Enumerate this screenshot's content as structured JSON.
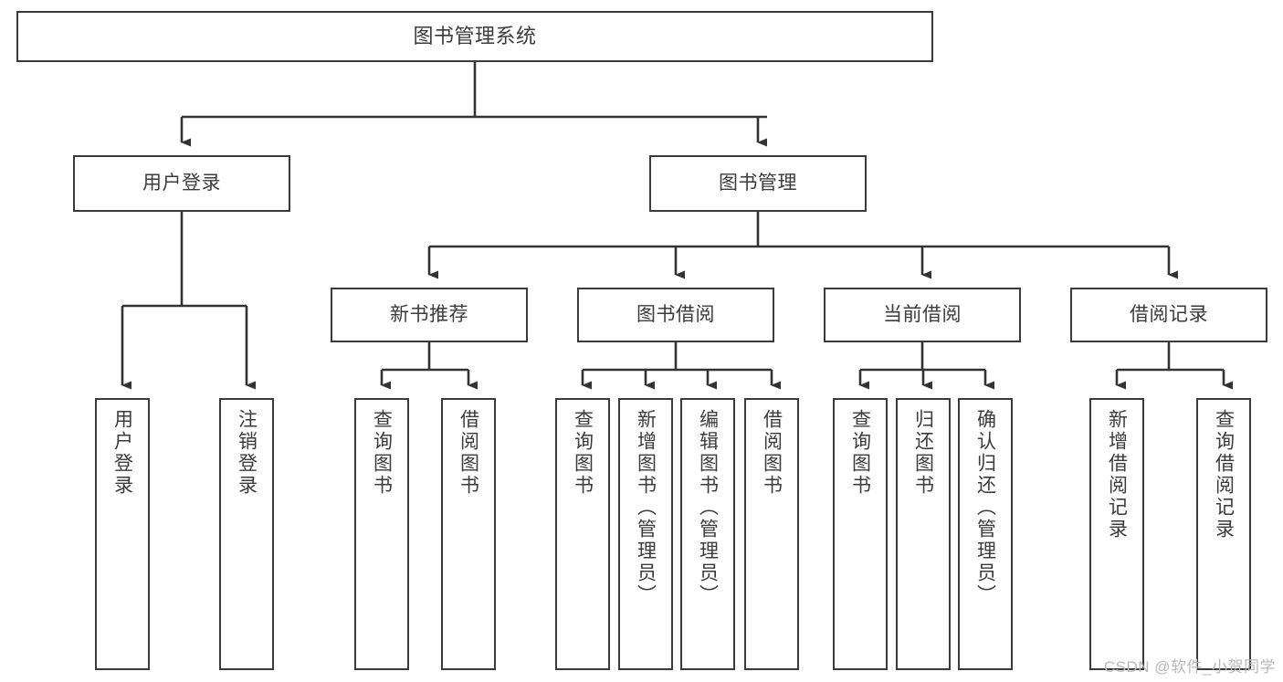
{
  "diagram": {
    "title": "图书管理系统",
    "type": "tree-hierarchy-chart",
    "colors": {
      "box_border": "#3a3a3a",
      "box_fill": "#ffffff",
      "text": "#3b3b3b",
      "connector": "#333333",
      "watermark": "#b9b9b9",
      "background": "#ffffff"
    },
    "root": {
      "label": "图书管理系统"
    },
    "level2": [
      {
        "label": "用户登录"
      },
      {
        "label": "图书管理"
      }
    ],
    "level3": [
      {
        "label": "新书推荐"
      },
      {
        "label": "图书借阅"
      },
      {
        "label": "当前借阅"
      },
      {
        "label": "借阅记录"
      }
    ],
    "leaves": {
      "user_login": [
        {
          "label": "用户登录"
        },
        {
          "label": "注销登录"
        }
      ],
      "new_book_recommend": [
        {
          "label": "查询图书"
        },
        {
          "label": "借阅图书"
        }
      ],
      "book_borrow": [
        {
          "label": "查询图书"
        },
        {
          "label": "新增图书（管理员）"
        },
        {
          "label": "编辑图书（管理员）"
        },
        {
          "label": "借阅图书"
        }
      ],
      "current_borrow": [
        {
          "label": "查询图书"
        },
        {
          "label": "归还图书"
        },
        {
          "label": "确认归还（管理员）"
        }
      ],
      "borrow_record": [
        {
          "label": "新增借阅记录"
        },
        {
          "label": "查询借阅记录"
        }
      ]
    }
  },
  "watermark": {
    "text": "CSDN @软件_小贺同学"
  }
}
